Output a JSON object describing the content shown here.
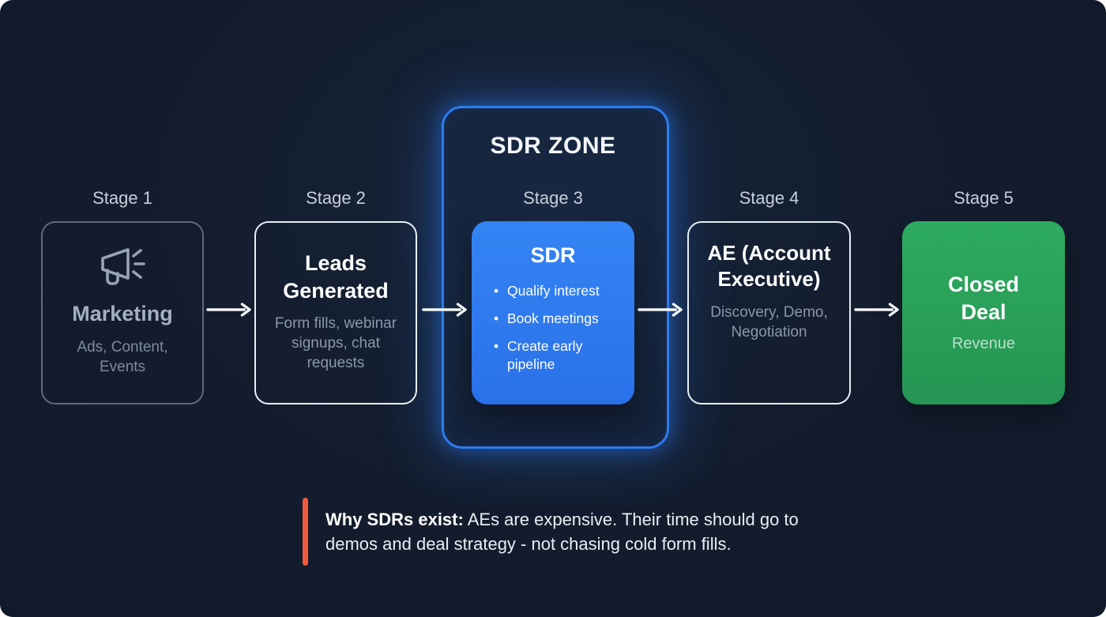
{
  "zone": {
    "title": "SDR ZONE"
  },
  "stages": [
    {
      "label": "Stage 1",
      "title": "Marketing",
      "subtitle": "Ads, Content, Events",
      "icon": "megaphone-icon"
    },
    {
      "label": "Stage 2",
      "title": "Leads Generated",
      "subtitle": "Form fills, webinar signups, chat requests"
    },
    {
      "label": "Stage 3",
      "title": "SDR",
      "bullets": [
        "Qualify interest",
        "Book meetings",
        "Create early pipeline"
      ]
    },
    {
      "label": "Stage 4",
      "title": "AE (Account Executive)",
      "subtitle": "Discovery, Demo, Negotiation"
    },
    {
      "label": "Stage 5",
      "title": "Closed Deal",
      "subtitle": "Revenue"
    }
  ],
  "note": {
    "bold": "Why SDRs exist:",
    "rest": " AEs are expensive. Their time should go to demos and deal strategy - not chasing cold form fills."
  },
  "colors": {
    "background": "#131c2d",
    "zone_border_blue": "#2d7bf0",
    "sdr_box_blue": "#2f7ef2",
    "closed_deal_green": "#2aa65b",
    "note_accent_orange": "#f15b3c",
    "arrow_white": "#f2f5f8",
    "muted_border_gray": "#5e6b7c"
  }
}
